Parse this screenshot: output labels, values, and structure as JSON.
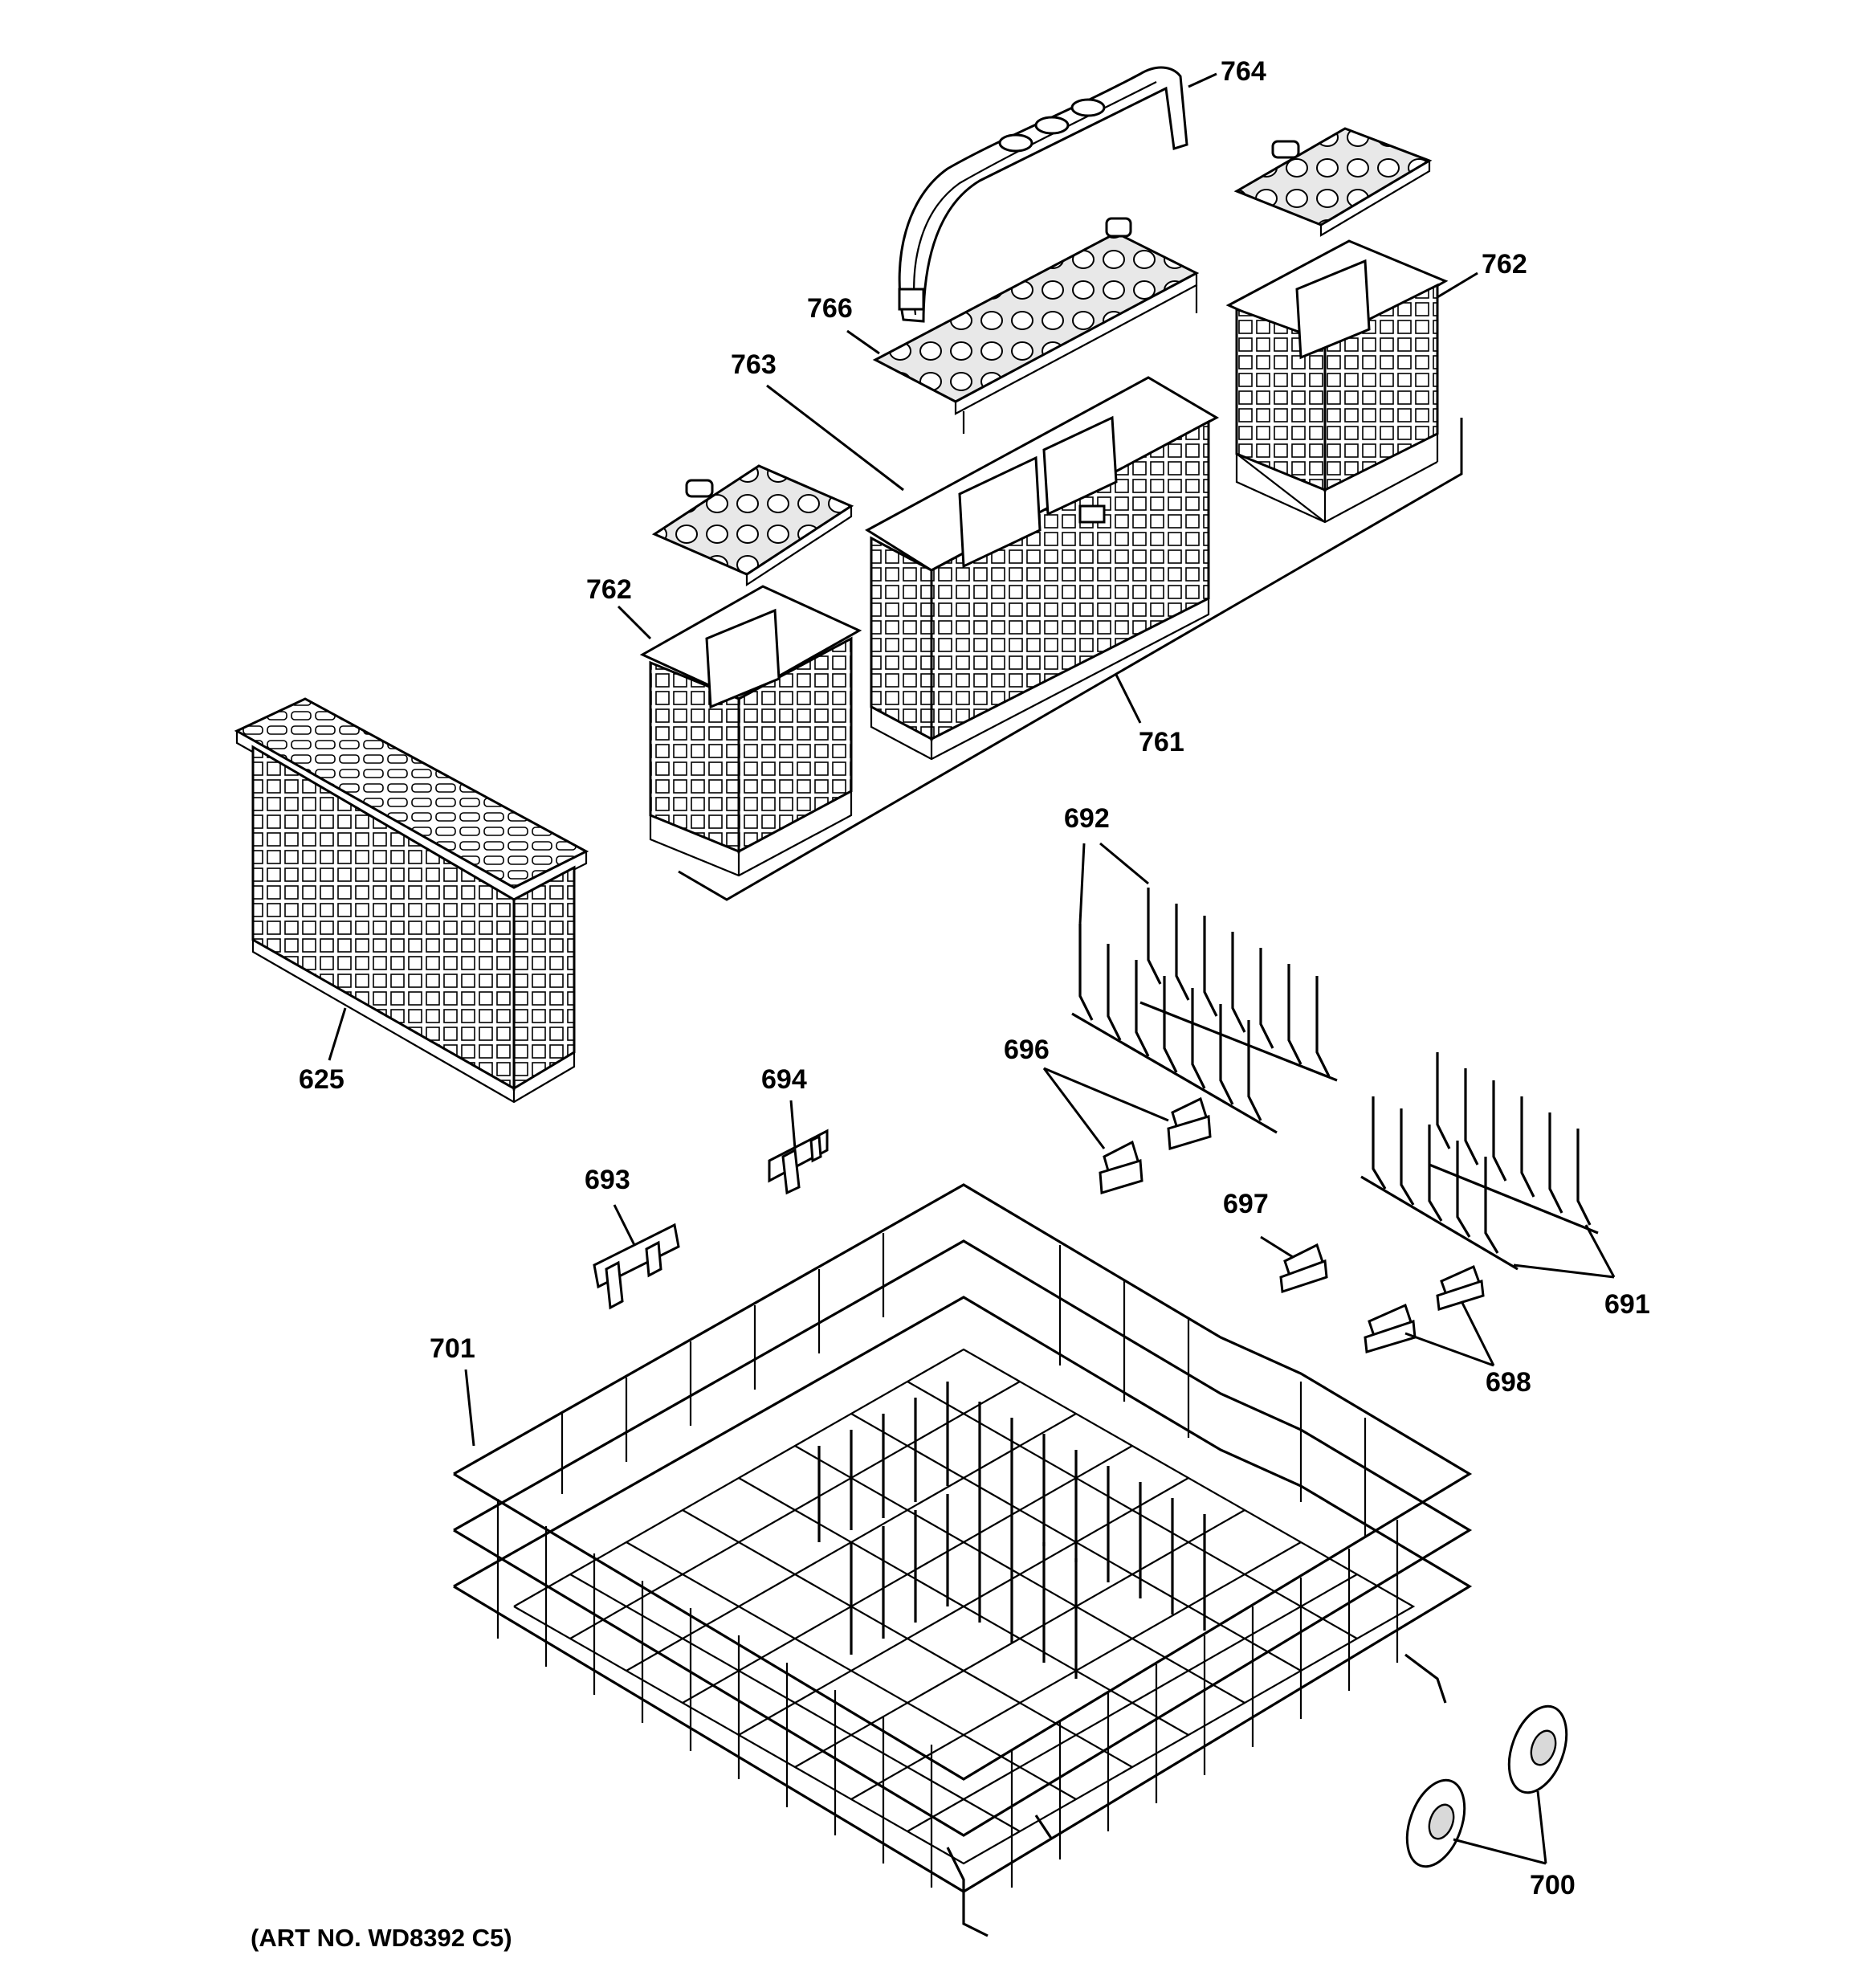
{
  "callouts": {
    "c764": "764",
    "c762_top": "762",
    "c766": "766",
    "c763": "763",
    "c762_left": "762",
    "c761": "761",
    "c625": "625",
    "c692": "692",
    "c696": "696",
    "c694": "694",
    "c693": "693",
    "c697": "697",
    "c691": "691",
    "c701": "701",
    "c698": "698",
    "c700": "700"
  },
  "art_number": "(ART NO. WD8392 C5)"
}
